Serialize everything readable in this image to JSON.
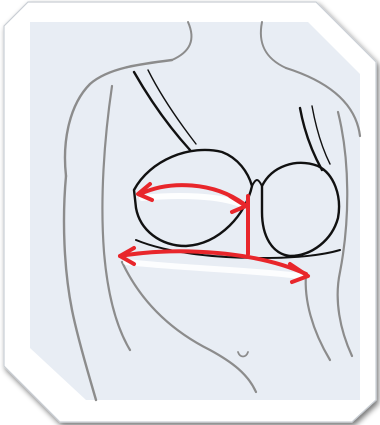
{
  "illustration": {
    "subject": "bra-measurement-guide",
    "icons": [
      "bust-measurement-arrow",
      "underbust-measurement-arrow",
      "centre-gore-marker"
    ]
  },
  "colors": {
    "panel_fill": "#e8edf4",
    "frame_fill": "#ffffff",
    "frame_shadow": "#9aa3ad",
    "body_outline": "#8c8c8c",
    "bra_outline": "#111111",
    "measure_red": "#e8262b"
  }
}
